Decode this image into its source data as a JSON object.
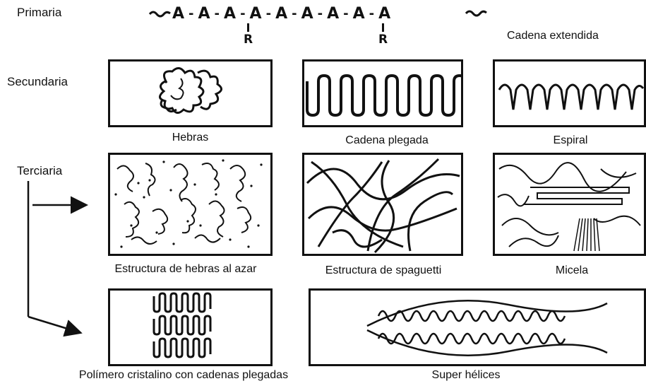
{
  "levels": {
    "primary": "Primaria",
    "secondary": "Secundaria",
    "tertiary": "Terciaria"
  },
  "primary_chain": {
    "units": [
      "A",
      "A",
      "A",
      "A",
      "A",
      "A",
      "A",
      "A",
      "A"
    ],
    "separator": "-",
    "substituent": "R",
    "extended_label": "Cadena extendida"
  },
  "secondary": {
    "captions": [
      "Hebras",
      "Cadena plegada",
      "Espiral"
    ]
  },
  "tertiary": {
    "captions": [
      "Estructura de hebras al azar",
      "Estructura de spaguetti",
      "Micela"
    ]
  },
  "bottom": {
    "captions": [
      "Polímero cristalino con cadenas plegadas",
      "Super hélices"
    ]
  }
}
